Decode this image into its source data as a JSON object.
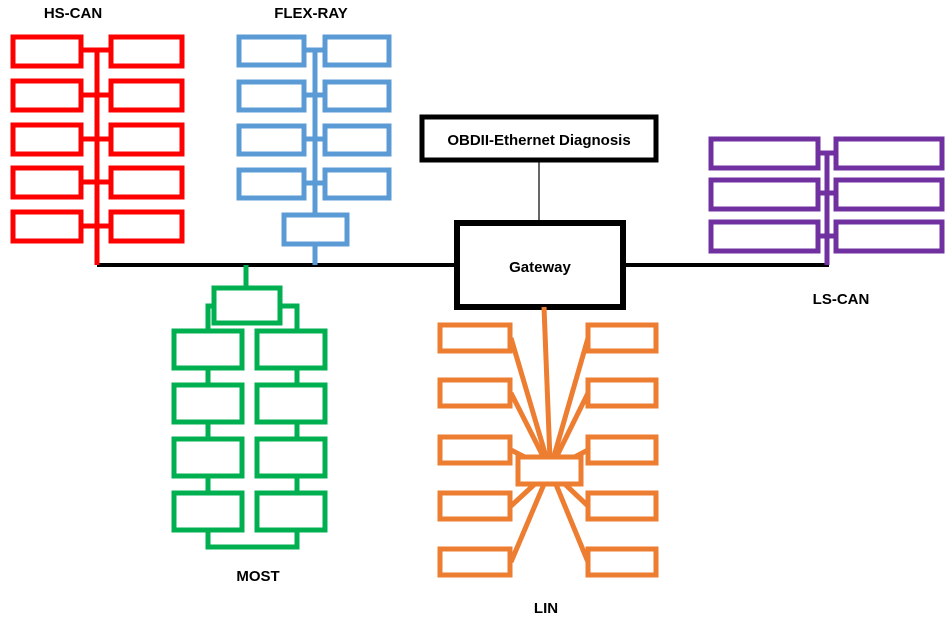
{
  "labels": {
    "hs_can": "HS-CAN",
    "flex_ray": "FLEX-RAY",
    "most": "MOST",
    "lin": "LIN",
    "ls_can": "LS-CAN",
    "gateway": "Gateway",
    "obd": "OBDII-Ethernet Diagnosis"
  },
  "colors": {
    "hs_can": "#ff0000",
    "flex_ray": "#5b9bd5",
    "most": "#00b050",
    "lin": "#ed7d31",
    "ls_can": "#7030a0",
    "bus": "#000000"
  }
}
